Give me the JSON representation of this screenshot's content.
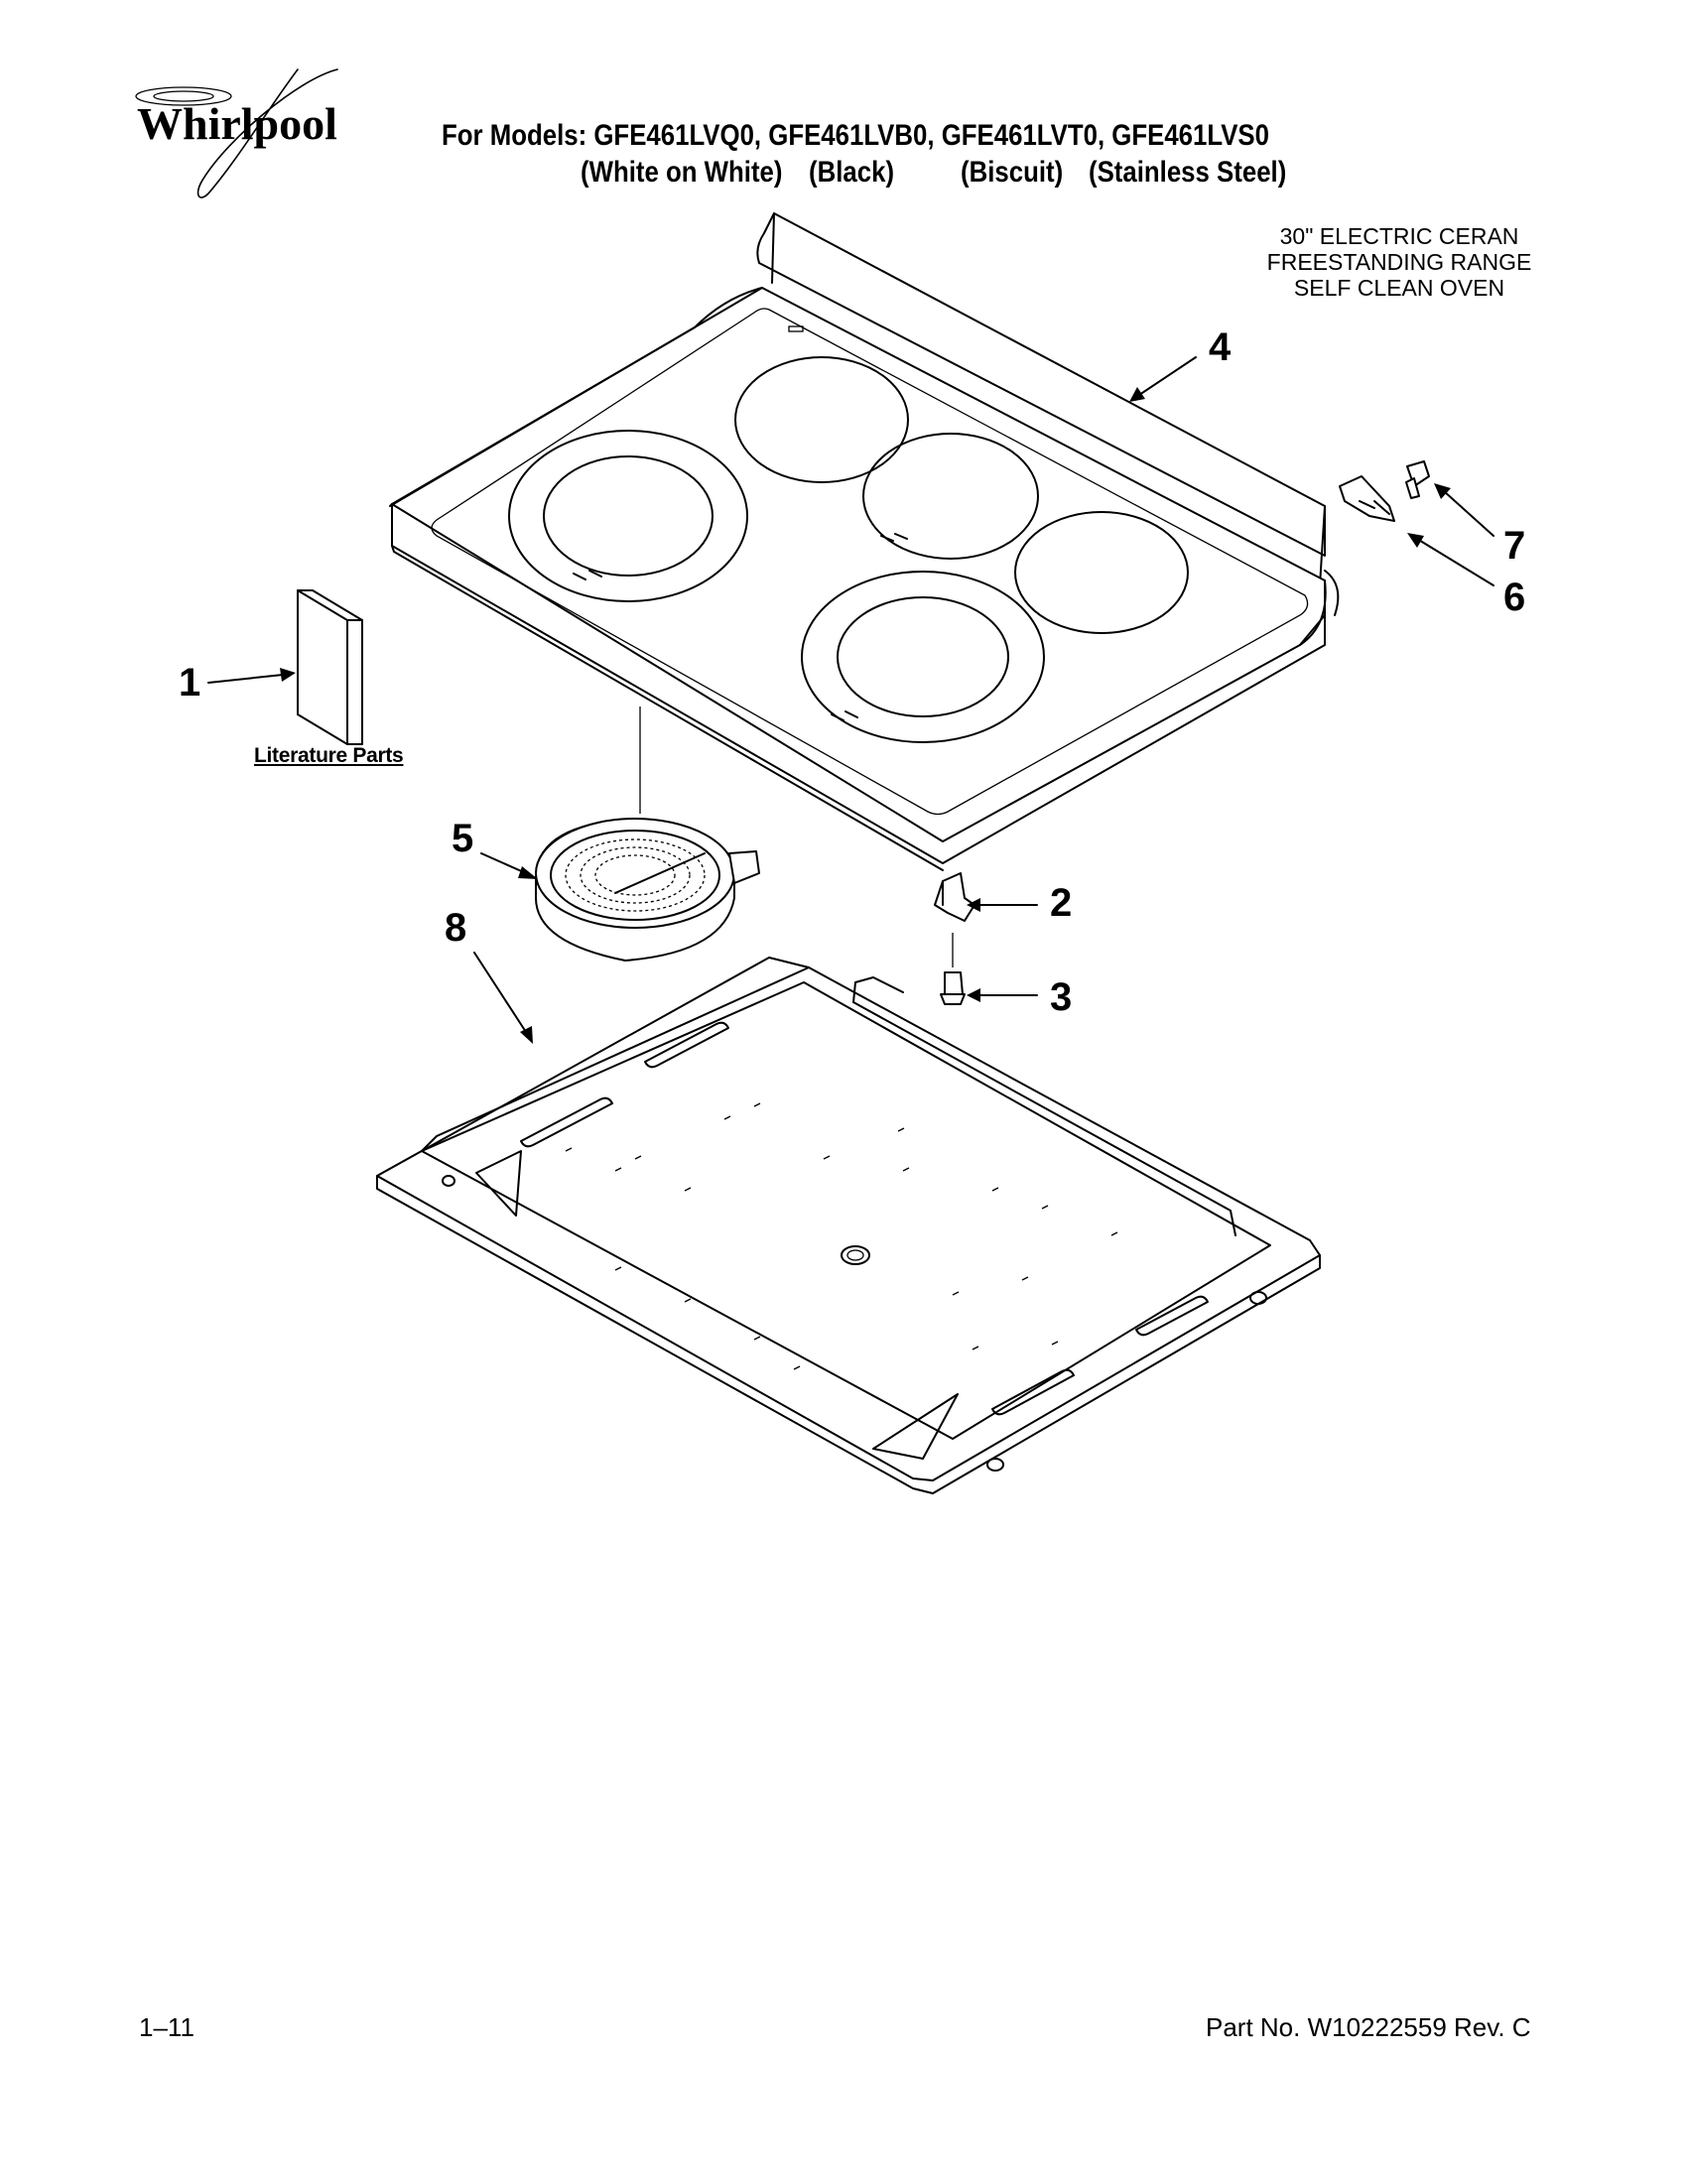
{
  "brand": {
    "logo_text": "Whirlpool"
  },
  "header": {
    "models_line": "For Models: GFE461LVQ0, GFE461LVB0, GFE461LVT0, GFE461LVS0",
    "colors": [
      "(White on White)",
      "(Black)",
      "(Biscuit)",
      "(Stainless Steel)"
    ]
  },
  "description": [
    "30\" ELECTRIC CERAN",
    "FREESTANDING RANGE",
    "SELF CLEAN OVEN"
  ],
  "callouts": [
    "1",
    "2",
    "3",
    "4",
    "5",
    "6",
    "7",
    "8"
  ],
  "literature_label": "Literature Parts",
  "footer": {
    "page": "1–11",
    "part_no": "Part No. W10222559 Rev. C"
  }
}
